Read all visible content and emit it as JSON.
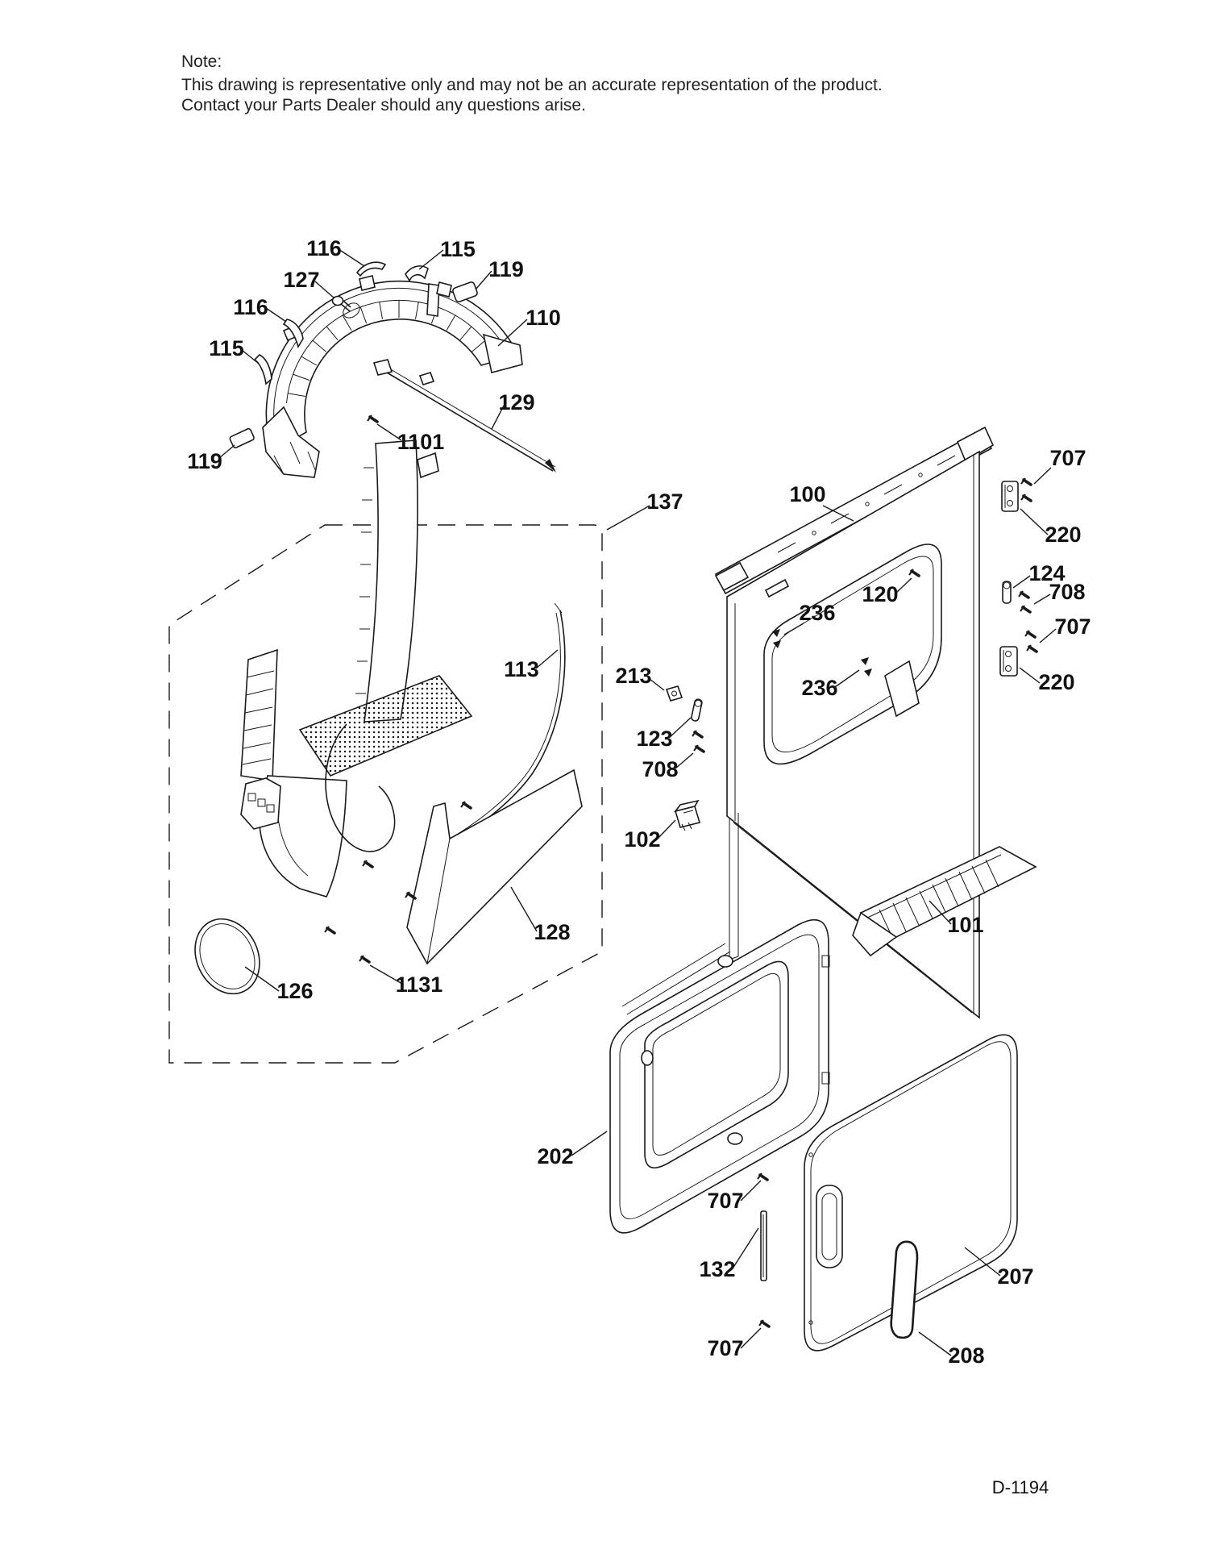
{
  "note": {
    "heading": "Note:",
    "line1": "This drawing is representative only and may not be an accurate representation of the product.",
    "line2": "Contact your Parts Dealer should any questions arise."
  },
  "drawing_number": "D-1194",
  "colors": {
    "ink": "#1a1a1a",
    "background": "#ffffff"
  },
  "labels": [
    {
      "id": "116-top",
      "text": "116"
    },
    {
      "id": "115-top",
      "text": "115"
    },
    {
      "id": "119-top-right",
      "text": "119"
    },
    {
      "id": "127",
      "text": "127"
    },
    {
      "id": "116-left",
      "text": "116"
    },
    {
      "id": "115-left",
      "text": "115"
    },
    {
      "id": "110",
      "text": "110"
    },
    {
      "id": "129",
      "text": "129"
    },
    {
      "id": "1101",
      "text": "1101"
    },
    {
      "id": "119-lower-left",
      "text": "119"
    },
    {
      "id": "137",
      "text": "137"
    },
    {
      "id": "113",
      "text": "113"
    },
    {
      "id": "213",
      "text": "213"
    },
    {
      "id": "123",
      "text": "123"
    },
    {
      "id": "708-middle",
      "text": "708"
    },
    {
      "id": "102",
      "text": "102"
    },
    {
      "id": "100",
      "text": "100"
    },
    {
      "id": "120",
      "text": "120"
    },
    {
      "id": "236-upper",
      "text": "236"
    },
    {
      "id": "236-lower",
      "text": "236"
    },
    {
      "id": "707-top-right",
      "text": "707"
    },
    {
      "id": "220-top-right",
      "text": "220"
    },
    {
      "id": "124",
      "text": "124"
    },
    {
      "id": "708-right",
      "text": "708"
    },
    {
      "id": "707-right",
      "text": "707"
    },
    {
      "id": "220-right-lower",
      "text": "220"
    },
    {
      "id": "101",
      "text": "101"
    },
    {
      "id": "128",
      "text": "128"
    },
    {
      "id": "126",
      "text": "126"
    },
    {
      "id": "1131",
      "text": "1131"
    },
    {
      "id": "202",
      "text": "202"
    },
    {
      "id": "707-mid-lower",
      "text": "707"
    },
    {
      "id": "132",
      "text": "132"
    },
    {
      "id": "207",
      "text": "207"
    },
    {
      "id": "707-bottom",
      "text": "707"
    },
    {
      "id": "208",
      "text": "208"
    }
  ]
}
